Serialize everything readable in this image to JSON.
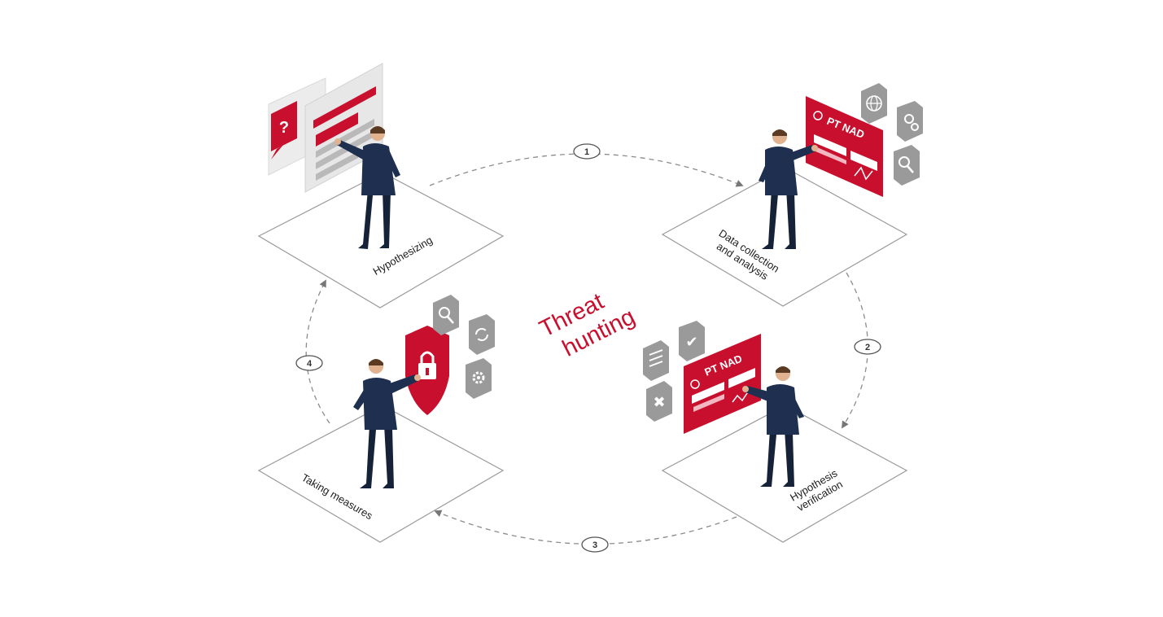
{
  "center": {
    "line1": "Threat",
    "line2": "hunting"
  },
  "stages": {
    "hypothesizing": {
      "label": "Hypothesizing"
    },
    "data_collection": {
      "line1": "Data collection",
      "line2": "and analysis",
      "screen_title": "PT NAD"
    },
    "verification": {
      "line1": "Hypothesis",
      "line2": "verification",
      "screen_title": "PT NAD"
    },
    "measures": {
      "label": "Taking measures"
    }
  },
  "steps": [
    "1",
    "2",
    "3",
    "4"
  ],
  "icons": {
    "question": "?",
    "check": "✔",
    "cross": "✖"
  },
  "colors": {
    "brand_red": "#c8102e",
    "suit_navy": "#1f2f4f",
    "tile_gray": "#8a8a8a",
    "line_gray": "#8c8c8c"
  }
}
